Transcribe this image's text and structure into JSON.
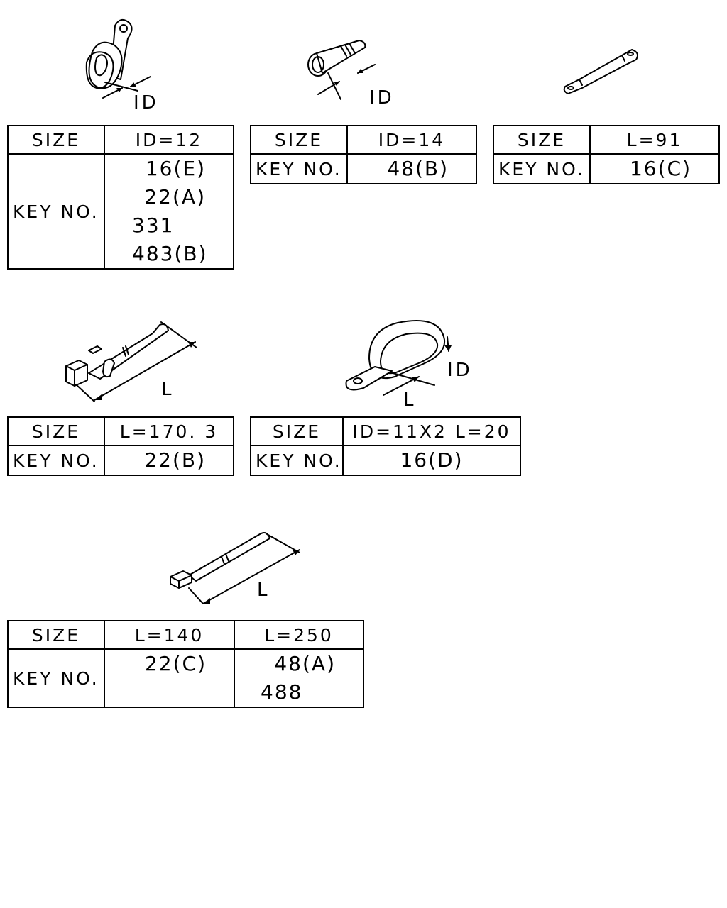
{
  "parts": [
    {
      "dim_label": "ID",
      "size_header": "SIZE",
      "key_header": "KEY NO.",
      "sizes": [
        "ID=12"
      ],
      "keys": [
        [
          "16(E)",
          "22(A)",
          "331",
          "483(B)"
        ]
      ]
    },
    {
      "dim_label": "ID",
      "size_header": "SIZE",
      "key_header": "KEY NO.",
      "sizes": [
        "ID=14"
      ],
      "keys": [
        [
          "48(B)"
        ]
      ]
    },
    {
      "dim_label": "",
      "size_header": "SIZE",
      "key_header": "KEY NO.",
      "sizes": [
        "L=91"
      ],
      "keys": [
        [
          "16(C)"
        ]
      ]
    },
    {
      "dim_label": "L",
      "size_header": "SIZE",
      "key_header": "KEY NO.",
      "sizes": [
        "L=170. 3"
      ],
      "keys": [
        [
          "22(B)"
        ]
      ]
    },
    {
      "dim_label": "ID",
      "dim_label_2": "L",
      "size_header": "SIZE",
      "key_header": "KEY NO.",
      "sizes": [
        "ID=11X2  L=20"
      ],
      "keys": [
        [
          "16(D)"
        ]
      ]
    },
    {
      "dim_label": "L",
      "size_header": "SIZE",
      "key_header": "KEY NO.",
      "sizes": [
        "L=140",
        "L=250"
      ],
      "keys": [
        [
          "22(C)"
        ],
        [
          "48(A)",
          "488"
        ]
      ]
    }
  ]
}
